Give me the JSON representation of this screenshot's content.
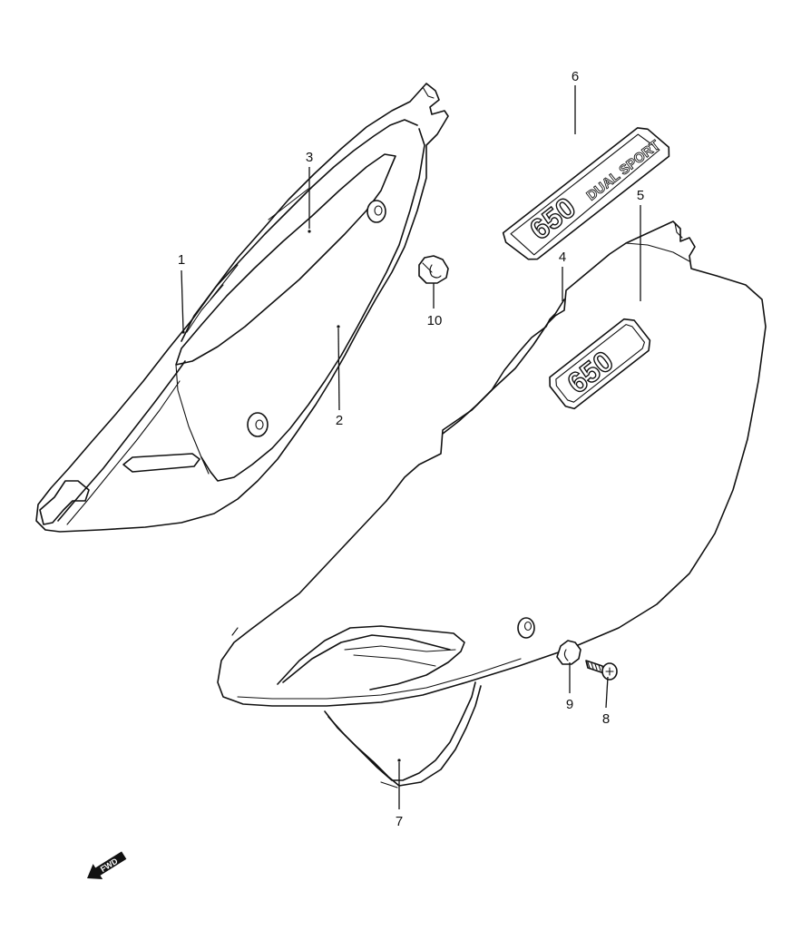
{
  "diagram": {
    "callouts": [
      {
        "id": "1",
        "label": "1"
      },
      {
        "id": "2",
        "label": "2"
      },
      {
        "id": "3",
        "label": "3"
      },
      {
        "id": "4",
        "label": "4"
      },
      {
        "id": "5",
        "label": "5"
      },
      {
        "id": "6",
        "label": "6"
      },
      {
        "id": "7",
        "label": "7"
      },
      {
        "id": "8",
        "label": "8"
      },
      {
        "id": "9",
        "label": "9"
      },
      {
        "id": "10",
        "label": "10"
      }
    ],
    "emblem_large_text": "650",
    "emblem_badge_number": "650",
    "emblem_badge_script": "DUAL SPORT",
    "direction_arrow_text": "FWD"
  },
  "colors": {
    "line": "#111111",
    "background": "#ffffff"
  }
}
